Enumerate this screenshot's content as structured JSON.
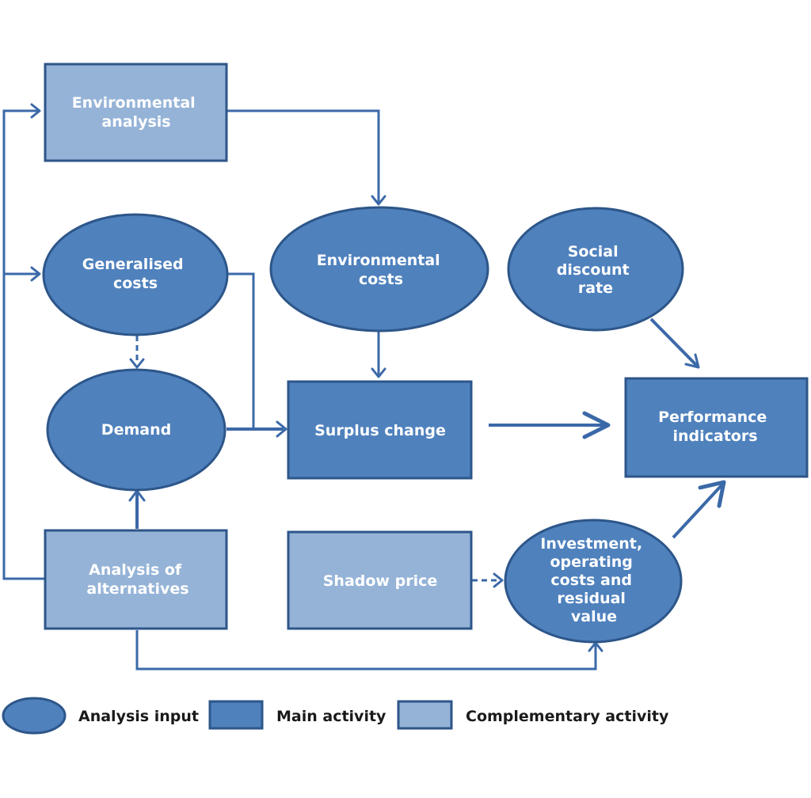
{
  "nodes": {
    "environmental_analysis": [
      "Environmental",
      "analysis"
    ],
    "generalised_costs": [
      "Generalised",
      "costs"
    ],
    "environmental_costs": [
      "Environmental",
      "costs"
    ],
    "social_discount_rate": [
      "Social",
      "discount",
      "rate"
    ],
    "demand": [
      "Demand"
    ],
    "surplus_change": [
      "Surplus change"
    ],
    "performance_indicators": [
      "Performance",
      "indicators"
    ],
    "analysis_of_alternatives": [
      "Analysis of",
      "alternatives"
    ],
    "shadow_price": [
      "Shadow price"
    ],
    "investment_costs": [
      "Investment,",
      "operating",
      "costs and",
      "residual",
      "value"
    ]
  },
  "legend": {
    "analysis_input": "Analysis input",
    "main_activity": "Main activity",
    "complementary_activity": "Complementary activity"
  },
  "colors": {
    "main_fill": "#4f81bd",
    "complementary_fill": "#95b3d7",
    "outline": "#2d5689",
    "connector": "#3b69a8"
  },
  "shape_types": {
    "ellipse": "analysis input",
    "dark_rectangle": "main activity",
    "light_rectangle": "complementary activity"
  }
}
